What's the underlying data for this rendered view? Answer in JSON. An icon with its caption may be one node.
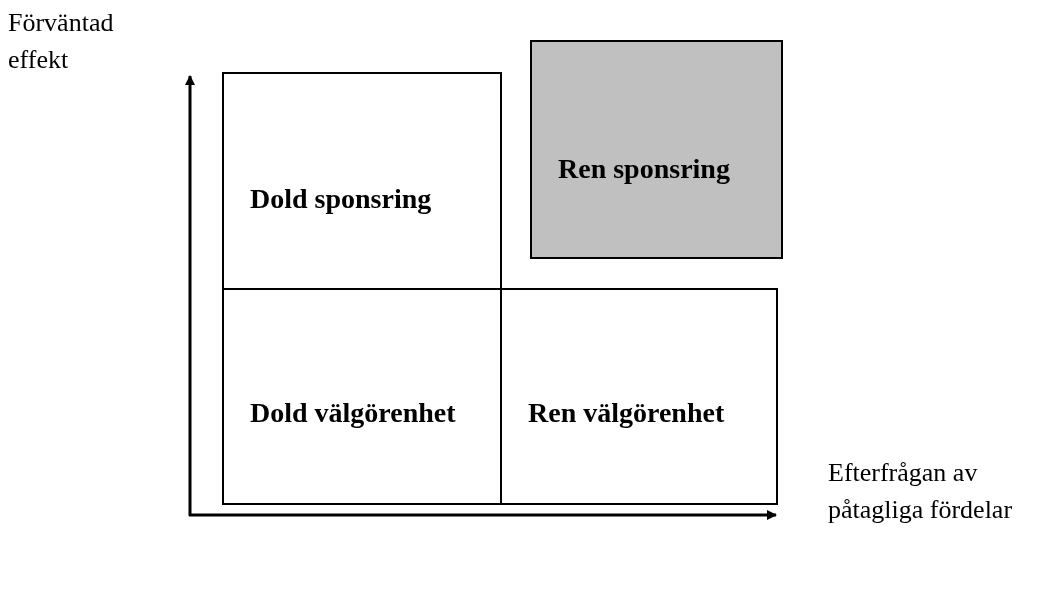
{
  "diagram": {
    "nodes": [
      {
        "text": [
          "Dold sponsring"
        ]
      },
      {
        "text": [
          "Ren sponsring"
        ]
      },
      {
        "text": [
          "Dold välgörenhet"
        ]
      },
      {
        "text": [
          "Ren välgörenhet"
        ]
      }
    ],
    "labels": [
      "Förväntad effekt",
      "Efterfrågan av påtagliga fördelar"
    ]
  }
}
